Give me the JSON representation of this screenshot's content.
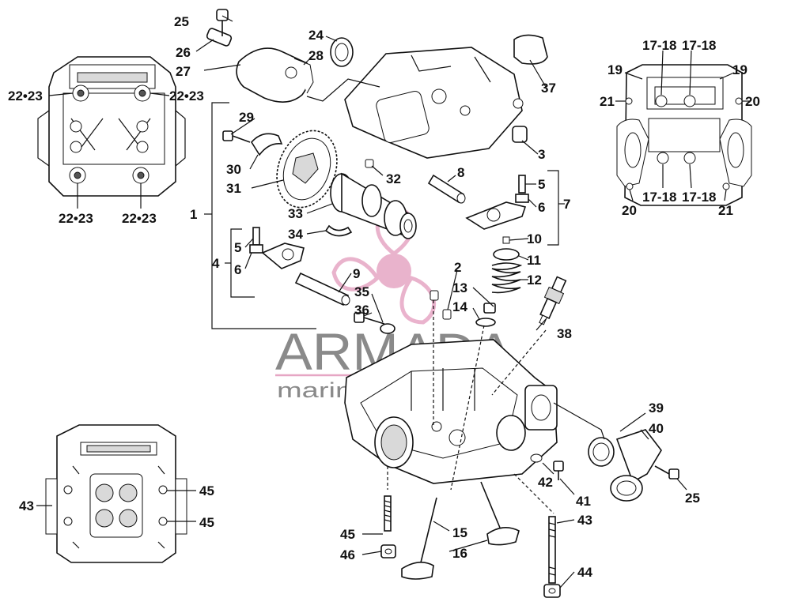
{
  "watermark": {
    "brand": "ARMADA",
    "tagline": "marine outboards",
    "accent_color": "#e6a6c4",
    "text_color": "#8a8a8a"
  },
  "callouts": {
    "c1": "1",
    "c2": "2",
    "c3": "3",
    "c4": "4",
    "c5a": "5",
    "c5b": "5",
    "c6a": "6",
    "c6b": "6",
    "c7": "7",
    "c8": "8",
    "c9": "9",
    "c10": "10",
    "c11": "11",
    "c12": "12",
    "c13": "13",
    "c14": "14",
    "c15": "15",
    "c16": "16",
    "c17a": "17-18",
    "c17b": "17-18",
    "c17c": "17-18",
    "c17d": "17-18",
    "c19a": "19",
    "c19b": "19",
    "c20a": "20",
    "c20b": "20",
    "c21a": "21",
    "c21b": "21",
    "c22a": "22•23",
    "c22b": "22•23",
    "c22c": "22•23",
    "c22d": "22•23",
    "c24": "24",
    "c25a": "25",
    "c25b": "25",
    "c26": "26",
    "c27": "27",
    "c28": "28",
    "c29": "29",
    "c30": "30",
    "c31": "31",
    "c32": "32",
    "c33": "33",
    "c34": "34",
    "c35": "35",
    "c36": "36",
    "c37": "37",
    "c38": "38",
    "c39": "39",
    "c40": "40",
    "c41": "41",
    "c42": "42",
    "c43a": "43",
    "c43b": "43",
    "c44": "44",
    "c45a": "45",
    "c45b": "45",
    "c45c": "45",
    "c46": "46"
  }
}
